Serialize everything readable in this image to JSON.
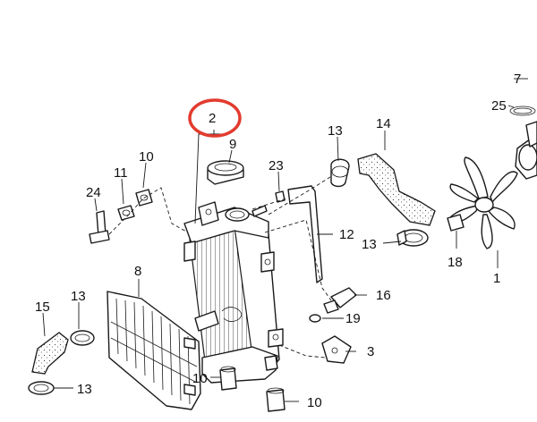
{
  "diagram": {
    "highlight_color": "#e23b2e",
    "highlighted_label": "2",
    "callouts": {
      "c1": "1",
      "c2": "2",
      "c3": "3",
      "c7": "7",
      "c8": "8",
      "c9": "9",
      "c10a": "10",
      "c10b": "10",
      "c10c": "10",
      "c11": "11",
      "c12": "12",
      "c13a": "13",
      "c13b": "13",
      "c13c": "13",
      "c13d": "13",
      "c14": "14",
      "c15": "15",
      "c16": "16",
      "c18": "18",
      "c19": "19",
      "c23": "23",
      "c24": "24",
      "c25": "25"
    }
  }
}
